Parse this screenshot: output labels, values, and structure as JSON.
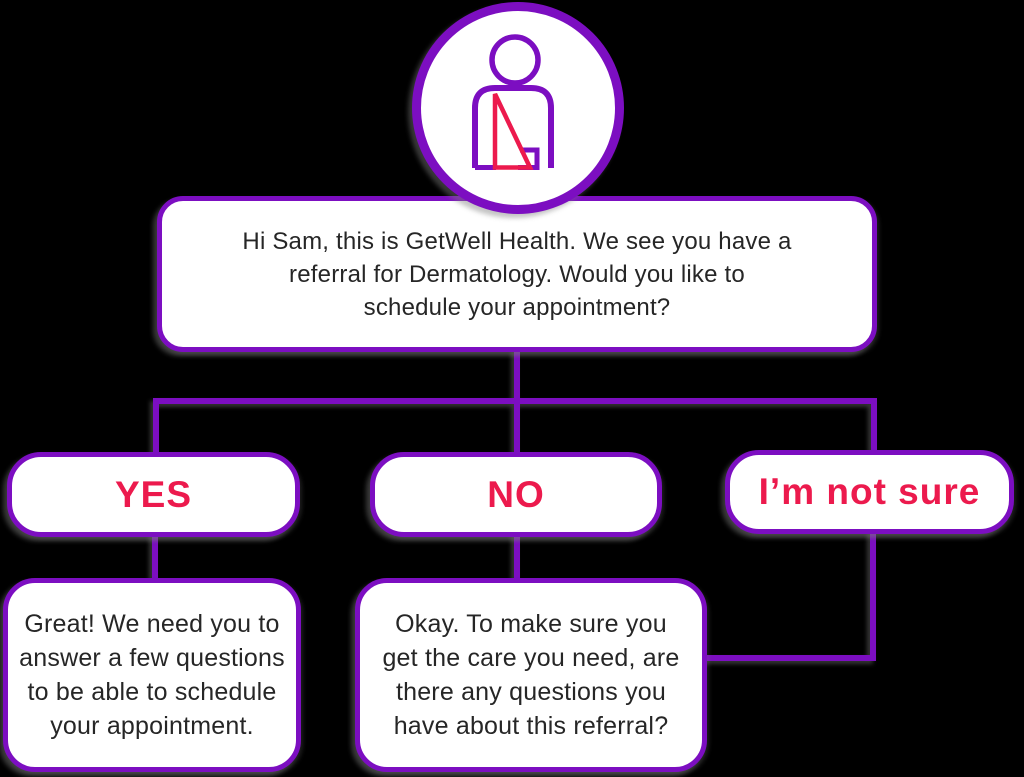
{
  "diagram": {
    "type": "chatbot-flowchart",
    "avatar_icon": "person-with-arm-in-sling-icon",
    "root_message": "Hi Sam, this is GetWell Health. We see you have a\nreferral for Dermatology. Would you like to\nschedule your appointment?",
    "options": [
      {
        "id": "yes",
        "label": "YES"
      },
      {
        "id": "no",
        "label": "NO"
      },
      {
        "id": "not_sure",
        "label": "I’m not sure"
      }
    ],
    "responses": {
      "yes": "Great! We need you to\nanswer a few questions\nto be able to schedule\nyour appointment.",
      "no": "Okay. To make sure you\nget the care you need, are\nthere any questions you\nhave about this referral?"
    },
    "colors": {
      "outline_purple": "#7C0EC1",
      "accent_red": "#EC1A4D",
      "text_dark": "#262626",
      "box_background": "#FFFFFF",
      "page_background": "#000000"
    }
  }
}
